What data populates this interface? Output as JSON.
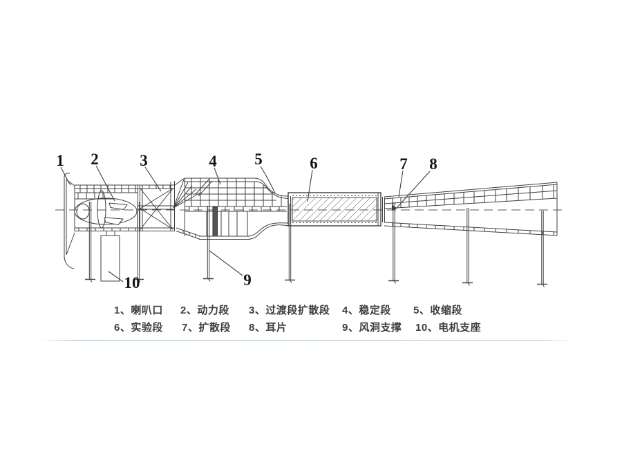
{
  "callouts": [
    "1",
    "2",
    "3",
    "4",
    "5",
    "6",
    "7",
    "8",
    "9",
    "10"
  ],
  "legend": {
    "row1": [
      "1、喇叭口",
      "2、动力段",
      "3、过渡段扩散段",
      "4、稳定段",
      "5、收缩段"
    ],
    "row2": [
      "6、实验段",
      "7、扩散段",
      "8、耳片",
      "9、风洞支撑",
      "10、电机支座"
    ]
  },
  "colors": {
    "line": "#3f3f3f",
    "hatch": "#606060",
    "divider": "#cfe2f0",
    "legend_text": "#3e3e3e",
    "callout_text": "#141414"
  }
}
